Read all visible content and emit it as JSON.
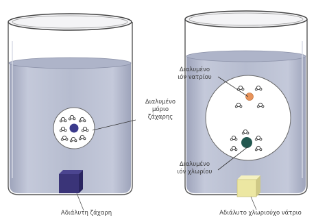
{
  "left_beaker": {
    "dissolved_label": [
      "Διαλυμένο",
      "μόριο",
      "ζάχαρης"
    ],
    "solid_label": "Αδιάλυτη ζάχαρη"
  },
  "right_beaker": {
    "sodium_label": [
      "Διαλυμένο",
      "ιόν νατρίου"
    ],
    "chloride_label": [
      "Διαλυμένο",
      "ιόν χλωρίου"
    ],
    "solid_label": "Αδιάλυτο χλωριούχο νάτριο"
  },
  "colors": {
    "water": "#b3b9cf",
    "sugar_molecule": "#3b3a8c",
    "sugar_crystal": "#3a3478",
    "sodium_ion": "#e8935a",
    "chloride_ion": "#22574f",
    "salt_crystal": "#ece7a2"
  }
}
